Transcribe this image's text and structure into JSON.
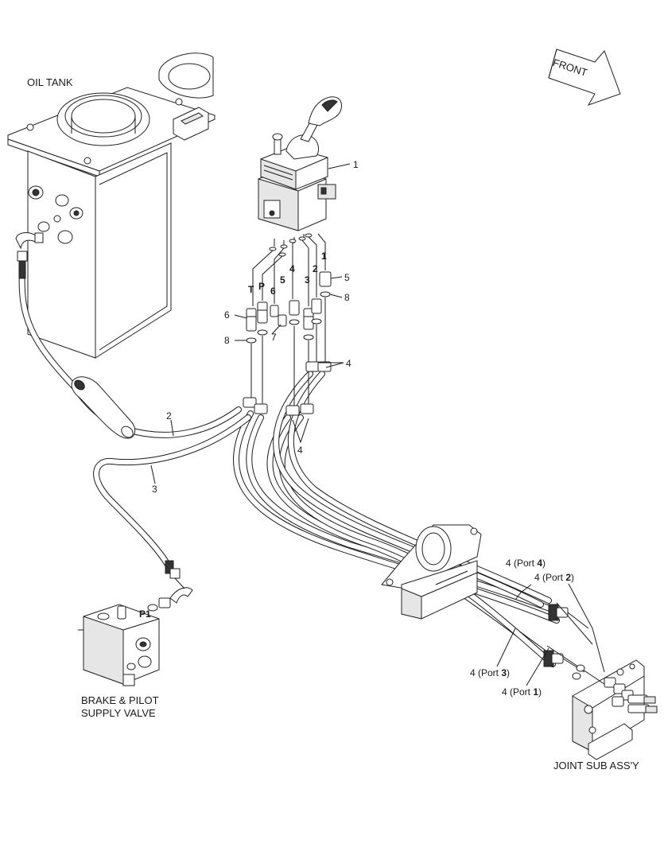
{
  "labels": {
    "oil_tank": "OIL TANK",
    "front": "FRONT",
    "brake_valve_line1": "BRAKE & PILOT",
    "brake_valve_line2": "SUPPLY VALVE",
    "joint_sub_assy": "JOINT SUB ASS'Y",
    "p1_port": "P1"
  },
  "callouts": {
    "joystick": "1",
    "adapter_5": "5",
    "oring_8_right": "8",
    "adapter_6": "6",
    "oring_8_left": "8",
    "adapter_7": "7",
    "hose_4_upper": "4",
    "hose_4_lower": "4",
    "hose_2": "2",
    "hose_3": "3"
  },
  "port_codes": [
    "T",
    "P",
    "6",
    "5",
    "4",
    "3",
    "2",
    "1"
  ],
  "port_hoses": [
    {
      "prefix": "4 (Port ",
      "port": "4",
      "suffix": ")"
    },
    {
      "prefix": "4 (Port ",
      "port": "2",
      "suffix": ")"
    },
    {
      "prefix": "4 (Port ",
      "port": "3",
      "suffix": ")"
    },
    {
      "prefix": "4 (Port ",
      "port": "1",
      "suffix": ")"
    }
  ]
}
